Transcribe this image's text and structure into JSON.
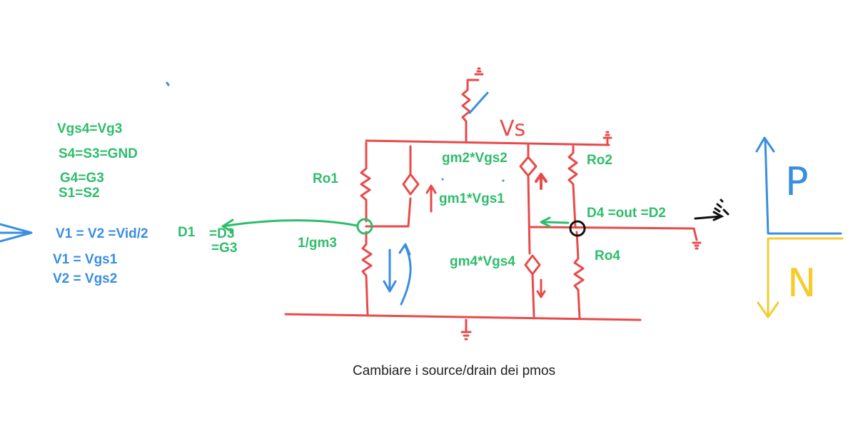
{
  "colors": {
    "circuit": "#e84a4a",
    "annotation_green": "#2ebd6b",
    "annotation_blue": "#3a8ee0",
    "legend_yellow": "#f5cc2e",
    "ink_black": "#111111",
    "caption": "#222222"
  },
  "equations": {
    "vgs4": "Vgs4=Vg3",
    "s4": "S4=S3=GND",
    "g4": "G4=G3",
    "s1": "S1=S2",
    "v1v2": "V1 = V2 =Vid/2",
    "v1": "V1 = Vgs1",
    "v2": "V2 = Vgs2"
  },
  "nodes": {
    "d1": "D1",
    "d3": "=D3",
    "g3": "=G3",
    "d4": "D4 =out =D2",
    "vs": "Vs"
  },
  "components": {
    "ro1": "Ro1",
    "ro2": "Ro2",
    "ro4": "Ro4",
    "gm1": "gm1*Vgs1",
    "gm2": "gm2*Vgs2",
    "gm4": "gm4*Vgs4",
    "gm3": "1/gm3"
  },
  "legend": {
    "p": "P",
    "n": "N"
  },
  "caption": "Cambiare i source/drain dei pmos"
}
